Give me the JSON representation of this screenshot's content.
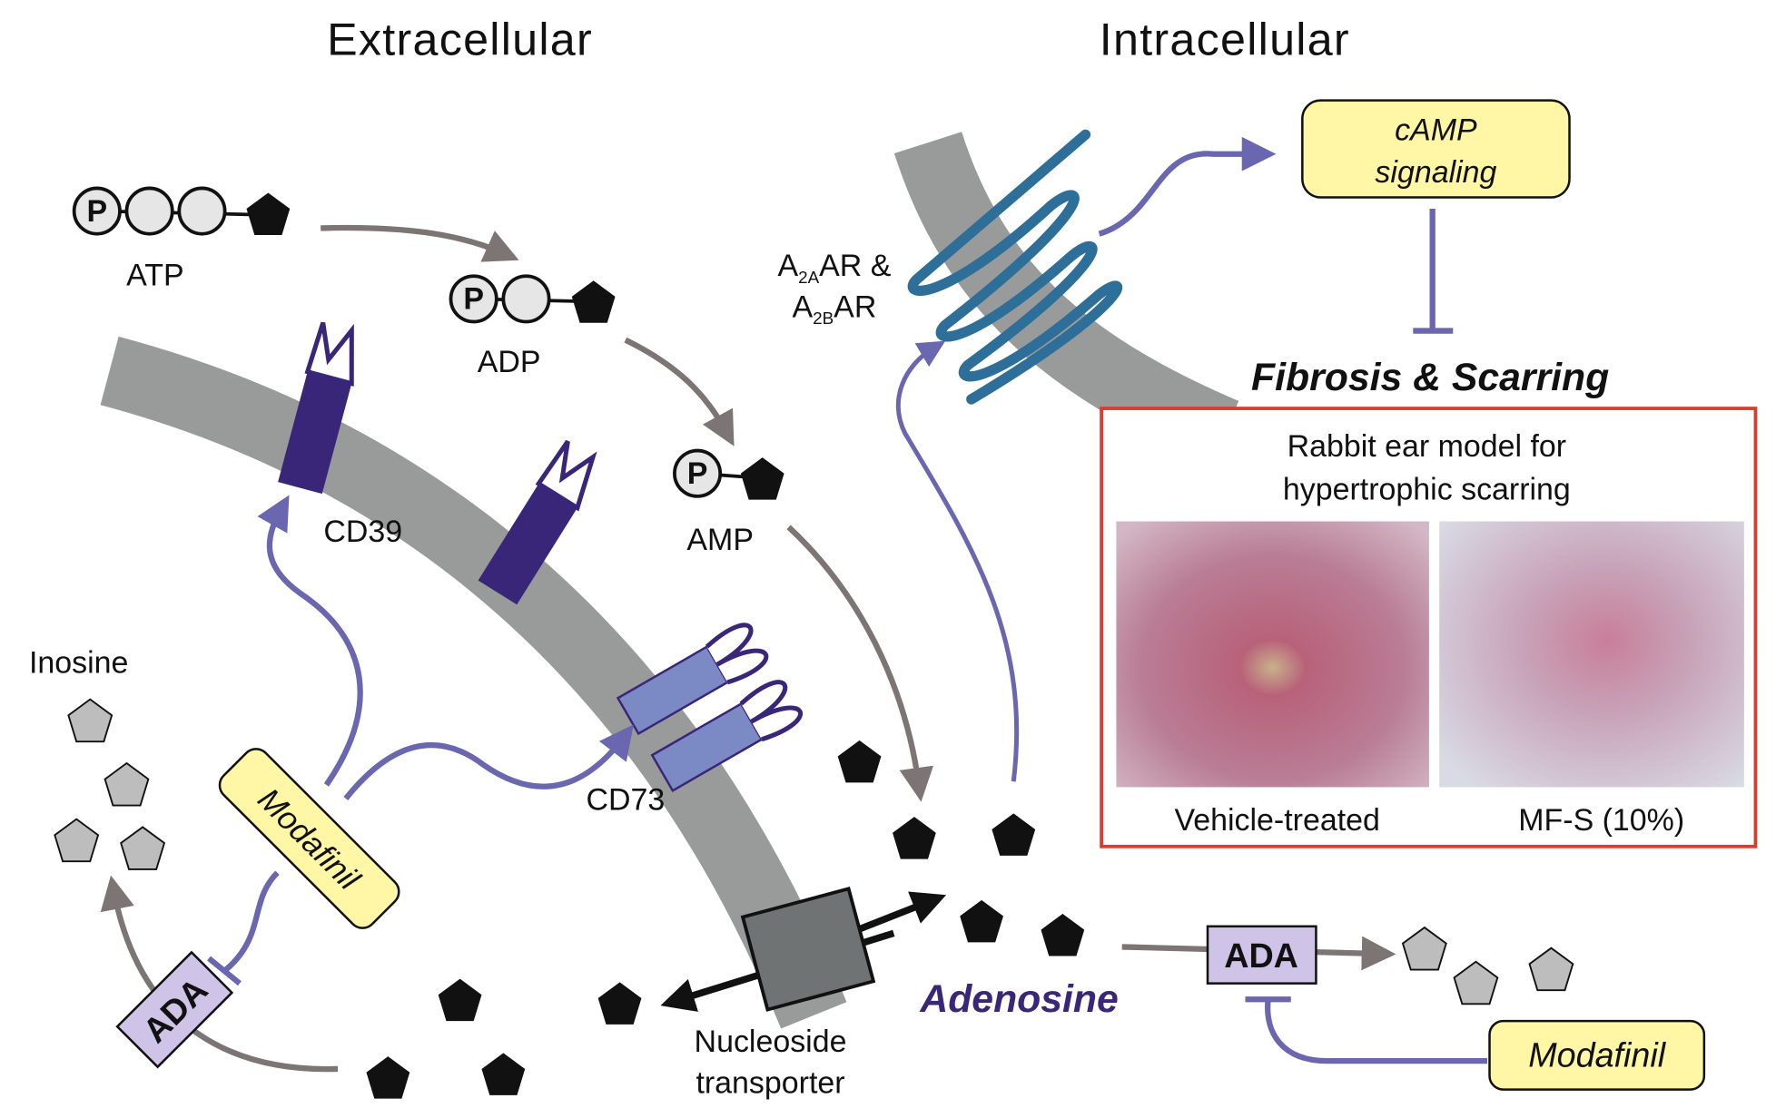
{
  "headers": {
    "extracellular": "Extracellular",
    "intracellular": "Intracellular"
  },
  "molecules": {
    "atp": "ATP",
    "adp": "ADP",
    "amp": "AMP",
    "phosphate": "P",
    "inosine": "Inosine",
    "adenosine": "Adenosine"
  },
  "enzymes": {
    "cd39": "CD39",
    "cd73": "CD73",
    "ada": "ADA"
  },
  "receptor": {
    "line1_a": "A",
    "line1_sub": "2A",
    "line1_b": "AR &",
    "line2_a": "A",
    "line2_sub": "2B",
    "line2_b": "AR"
  },
  "transporter": {
    "line1": "Nucleoside",
    "line2": "transporter"
  },
  "drug": "Modafinil",
  "signaling": {
    "line1": "cAMP",
    "line2": "signaling"
  },
  "outcome": "Fibrosis & Scarring",
  "inset": {
    "title_line1": "Rabbit ear model for",
    "title_line2": "hypertrophic scarring",
    "left_caption": "Vehicle-treated",
    "right_caption": "MF-S (10%)"
  },
  "colors": {
    "membrane": "#999a9a",
    "cd39": "#3a2679",
    "cd73": "#7b8ac4",
    "receptor": "#2e6f9a",
    "arrow_blue": "#6a66b0",
    "arrow_gray": "#7d7573",
    "drug_fill": "#fff7a6",
    "ada_fill": "#cfc3e8",
    "adenosine_text": "#3a2679",
    "inset_border": "#e03a2e"
  }
}
